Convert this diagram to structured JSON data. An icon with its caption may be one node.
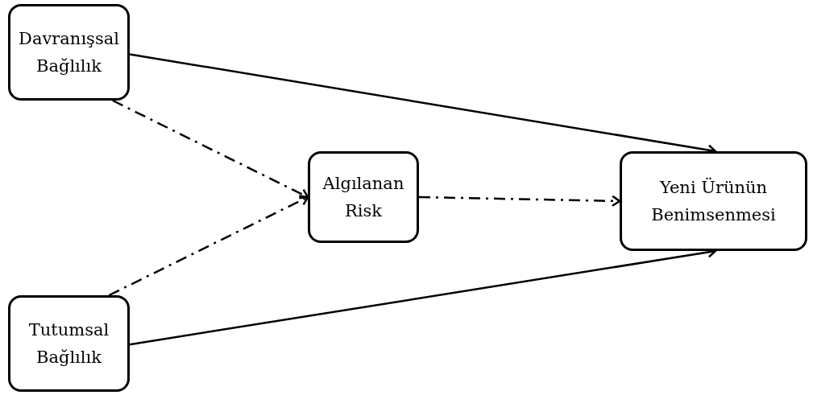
{
  "diagram": {
    "nodes": [
      {
        "text": [
          "Davranışsal Bağlılık"
        ]
      },
      {
        "text": [
          "Algılanan Risk"
        ]
      },
      {
        "text": [
          "Yeni Ürünün Benimsenmesi"
        ]
      },
      {
        "text": [
          "Tutumsal Bağlılık"
        ]
      }
    ],
    "edges": [
      {
        "from": 0,
        "to": 2,
        "arrow": "to"
      },
      {
        "from": 0,
        "to": 1,
        "arrow": "to",
        "style": "dashed"
      },
      {
        "from": 3,
        "to": 1,
        "arrow": "to",
        "style": "dashed"
      },
      {
        "from": 1,
        "to": 2,
        "arrow": "to",
        "style": "dashed"
      },
      {
        "from": 3,
        "to": 2,
        "arrow": "to"
      }
    ]
  }
}
